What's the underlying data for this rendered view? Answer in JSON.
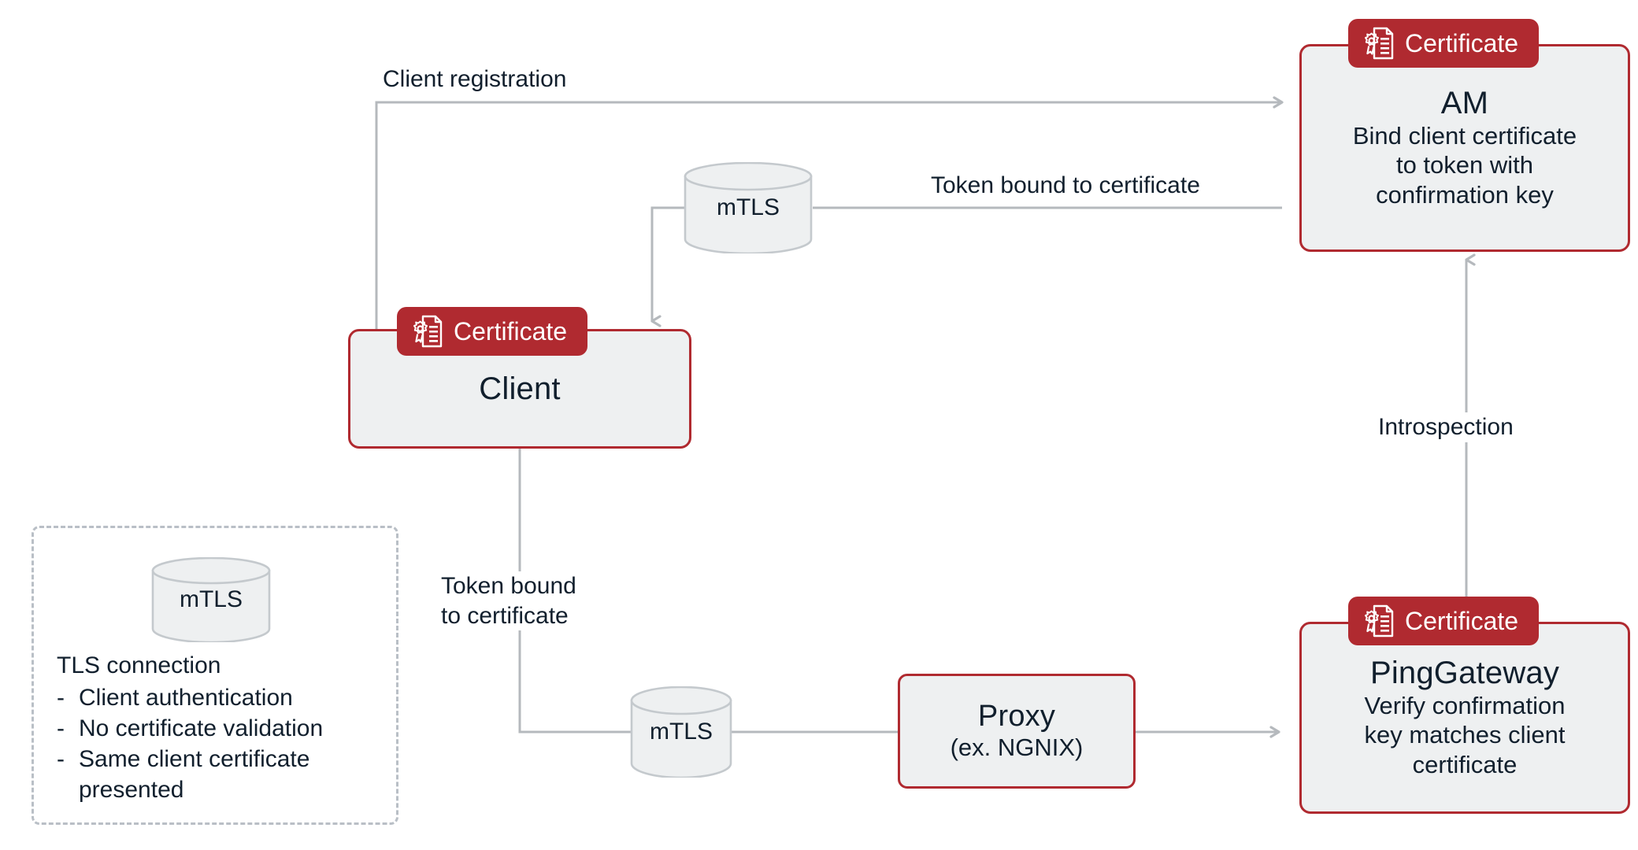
{
  "diagram": {
    "title": "mTLS certificate-bound token flow",
    "colors": {
      "accent_red": "#B02A30",
      "node_fill": "#EEF0F1",
      "text_dark": "#111F2D",
      "edge_gray": "#B5B9BD",
      "legend_border": "#B9BFC6"
    }
  },
  "nodes": {
    "am": {
      "title": "AM",
      "subtitle": "Bind client certificate\nto token with\nconfirmation key",
      "chip_label": "Certificate",
      "chip_icon": "certificate-icon"
    },
    "client": {
      "title": "Client",
      "subtitle": "",
      "chip_label": "Certificate",
      "chip_icon": "certificate-icon"
    },
    "proxy": {
      "title": "Proxy",
      "subtitle": "(ex. NGNIX)"
    },
    "pinggateway": {
      "title": "PingGateway",
      "subtitle": "Verify confirmation\nkey matches client\ncertificate",
      "chip_label": "Certificate",
      "chip_icon": "certificate-icon"
    }
  },
  "cylinders": {
    "mtls_top": {
      "label": "mTLS",
      "icon": "database-cylinder-icon"
    },
    "mtls_bottom": {
      "label": "mTLS",
      "icon": "database-cylinder-icon"
    },
    "mtls_legend": {
      "label": "mTLS",
      "icon": "database-cylinder-icon"
    }
  },
  "edge_labels": {
    "client_registration": "Client registration",
    "token_bound_top": "Token bound to certificate",
    "token_bound_left": "Token bound\nto certificate",
    "introspection": "Introspection"
  },
  "legend": {
    "heading": "TLS connection",
    "items": [
      "Client authentication",
      "No certificate validation",
      "Same client certificate presented"
    ],
    "bullet": "-"
  }
}
